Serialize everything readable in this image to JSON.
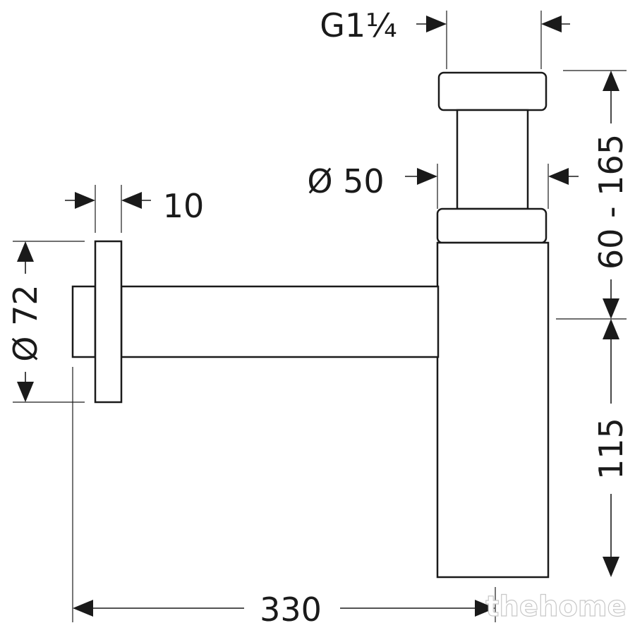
{
  "dimensions": {
    "thread": "G1¼",
    "tube_diameter": "Ø 50",
    "flange_thickness": "10",
    "flange_diameter": "Ø 72",
    "height_adjust": "60 - 165",
    "lower_height": "115",
    "total_length": "330"
  },
  "watermark": "thehome"
}
